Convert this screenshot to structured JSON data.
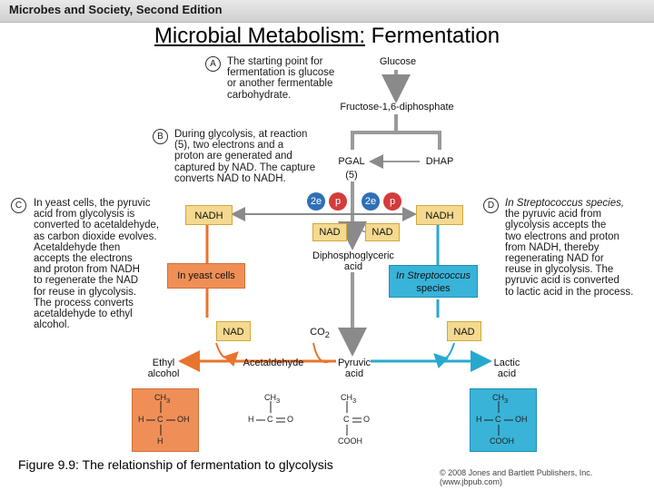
{
  "header": {
    "title": "Microbes and Society, Second Edition"
  },
  "slide": {
    "title_underlined": "Microbial Metabolism:",
    "title_rest": " Fermentation"
  },
  "notes": {
    "a": {
      "letter": "A",
      "lines": [
        "The starting point for",
        "fermentation is glucose",
        "or another fermentable",
        "carbohydrate."
      ]
    },
    "b": {
      "letter": "B",
      "lines": [
        "During glycolysis, at reaction",
        "(5), two electrons and a",
        "proton are generated and",
        "captured by NAD. The capture",
        "converts NAD to NADH."
      ]
    },
    "c": {
      "letter": "C",
      "lines": [
        "In yeast cells, the pyruvic",
        "acid from glycolysis is",
        "converted to acetaldehyde,",
        "as carbon dioxide evolves.",
        "Acetaldehyde then",
        "accepts the electrons",
        "and proton from NADH",
        "to regenerate the NAD",
        "for reuse in glycolysis.",
        "The process converts",
        "acetaldehyde to ethyl",
        "alcohol."
      ]
    },
    "d": {
      "letter": "D",
      "lines": [
        "In Streptococcus species,",
        "the pyruvic acid from",
        "glycolysis accepts the",
        "two electrons and proton",
        "from NADH, thereby",
        "regenerating NAD for",
        "reuse in glycolysis. The",
        "pyruvic acid is converted",
        "to lactic acid in the process."
      ]
    }
  },
  "diagram": {
    "glucose": "Glucose",
    "fructose": "Fructose-1,6-diphosphate",
    "pgal": "PGAL",
    "pgal_step": "(5)",
    "dhap": "DHAP",
    "electron": "2e",
    "proton": "p",
    "nadh_left": "NADH",
    "nadh_right": "NADH",
    "nad_center_left": "NAD",
    "nad_center_right": "NAD",
    "diphospho_1": "Diphosphoglyceric",
    "diphospho_2": "acid",
    "yeast_box": "In yeast cells",
    "strep_box_1": "In Streptococcus",
    "strep_box_2": "species",
    "nad_left": "NAD",
    "nad_right": "NAD",
    "co2": "CO",
    "co2_sub": "2",
    "ethyl_1": "Ethyl",
    "ethyl_2": "alcohol",
    "acetaldehyde": "Acetaldehyde",
    "pyruvic_1": "Pyruvic",
    "pyruvic_2": "acid",
    "lactic_1": "Lactic",
    "lactic_2": "acid",
    "ch3": "CH",
    "ch3_sub": "3",
    "h": "H",
    "c": "C",
    "oh": "OH",
    "o": "O",
    "cooh": "COOH"
  },
  "colors": {
    "orange": "#ef8f57",
    "blue": "#39b3d8",
    "yellow": "#f4d98f",
    "orange_line": "#e8742e",
    "blue_line": "#27a9cf"
  },
  "caption": "Figure 9.9: The relationship of fermentation to glycolysis",
  "copyright": "© 2008 Jones and Bartlett Publishers, Inc. (www.jbpub.com)"
}
